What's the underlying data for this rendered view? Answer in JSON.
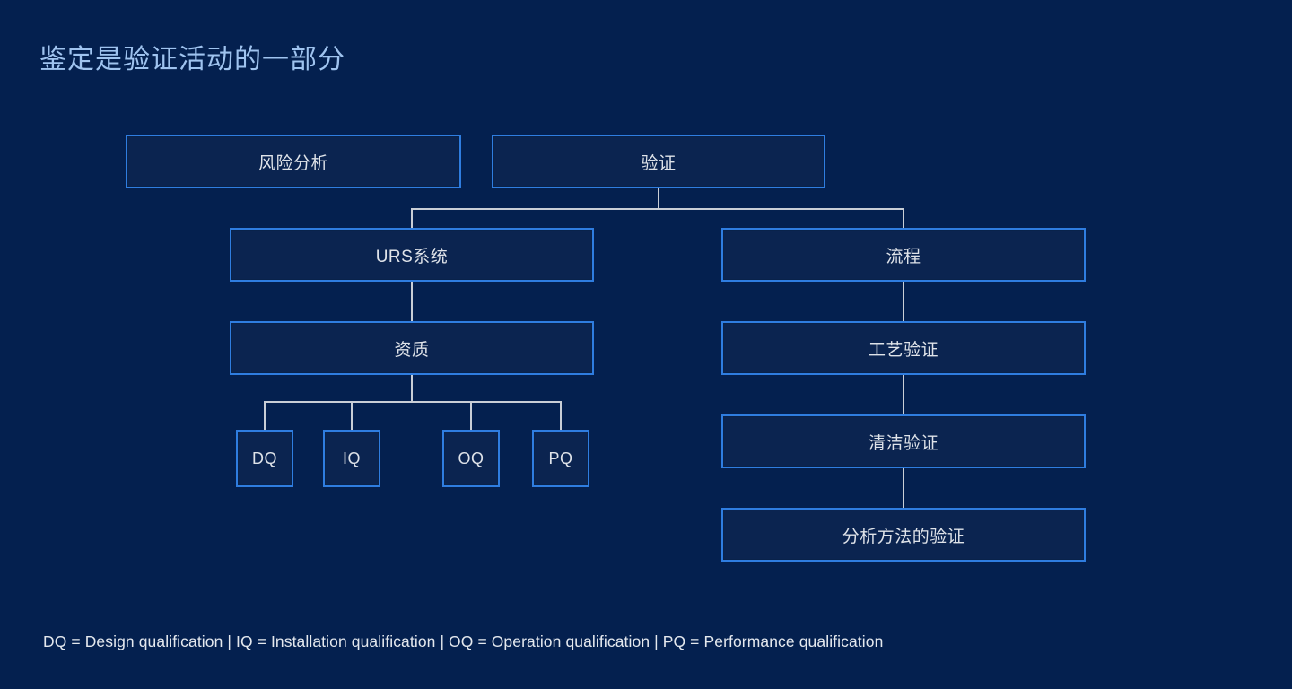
{
  "slide": {
    "title": "鉴定是验证活动的一部分",
    "background_color": "#04204f",
    "title_color": "#9fc3ef",
    "box_border_color": "#2f7de0",
    "box_fill_color": "#0b2450",
    "box_text_color": "#dfe3e9",
    "connector_color": "#c9ced6"
  },
  "diagram": {
    "type": "tree",
    "nodes": {
      "risk_analysis": "风险分析",
      "validation": "验证",
      "urs_system": "URS系统",
      "process": "流程",
      "qualification": "资质",
      "process_validation": "工艺验证",
      "cleaning_validation": "清洁验证",
      "analytical_method_validation": "分析方法的验证",
      "dq": "DQ",
      "iq": "IQ",
      "oq": "OQ",
      "pq": "PQ"
    }
  },
  "legend": {
    "text": "DQ = Design qualification | IQ = Installation qualification | OQ = Operation qualification | PQ = Performance qualification",
    "items": [
      {
        "abbr": "DQ",
        "expansion": "Design qualification"
      },
      {
        "abbr": "IQ",
        "expansion": "Installation qualification"
      },
      {
        "abbr": "OQ",
        "expansion": "Operation qualification"
      },
      {
        "abbr": "PQ",
        "expansion": "Performance qualification"
      }
    ]
  }
}
